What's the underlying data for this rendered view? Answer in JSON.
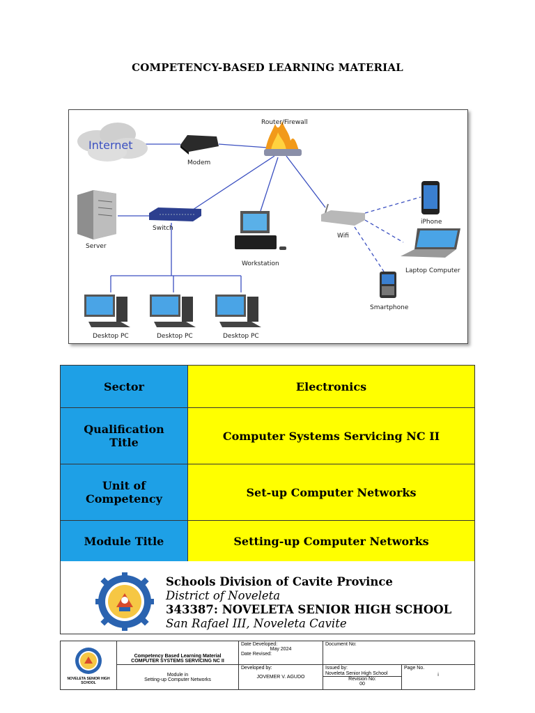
{
  "header": {
    "title": "COMPETENCY-BASED LEARNING MATERIAL"
  },
  "diagram": {
    "labels": {
      "internet": "Internet",
      "modem": "Modem",
      "router": "Router/Firewall",
      "server": "Server",
      "switch": "Switch",
      "workstation": "Workstation",
      "wifi": "Wifi",
      "iphone": "iPhone",
      "laptop": "Laptop Computer",
      "smartphone": "Smartphone",
      "desktop1": "Desktop PC",
      "desktop2": "Desktop PC",
      "desktop3": "Desktop PC"
    }
  },
  "info": {
    "sector_label": "Sector",
    "sector_value": "Electronics",
    "qualification_label_1": "Qualification",
    "qualification_label_2": "Title",
    "qualification_value": "Computer Systems Servicing NC II",
    "unit_label_1": "Unit of",
    "unit_label_2": "Competency",
    "unit_value": "Set-up Computer Networks",
    "module_label": "Module Title",
    "module_value": "Setting-up Computer Networks"
  },
  "school": {
    "division": "Schools Division of Cavite Province",
    "district": "District of Noveleta",
    "name": "343387: NOVELETA SENIOR HIGH SCHOOL",
    "address": "San Rafael III, Noveleta Cavite"
  },
  "footer": {
    "logo_caption": "NOVELETA SENIOR HIGH SCHOOL",
    "cblm_line1": "Competency Based Learning Material",
    "cblm_line2": "COMPUTER SYSTEMS SERVICING NC II",
    "module_line1": "Module in",
    "module_line2": "Setting-up Computer Networks",
    "date_developed_label": "Date Developed:",
    "date_developed_value": "May 2024",
    "date_revised_label": "Date Revised:",
    "document_no_label": "Document No:",
    "developed_by_label": "Developed by:",
    "developed_by_value": "JOVEMER V. AGUDO",
    "issued_by_label": "Issued by:",
    "issued_by_value": "Noveleta Senior High School",
    "revision_label": "Revision No:",
    "revision_value": "00",
    "page_label": "Page No.",
    "page_value": "i"
  },
  "colors": {
    "label_cell": "#1ea0e6",
    "value_cell": "#ffff00"
  }
}
